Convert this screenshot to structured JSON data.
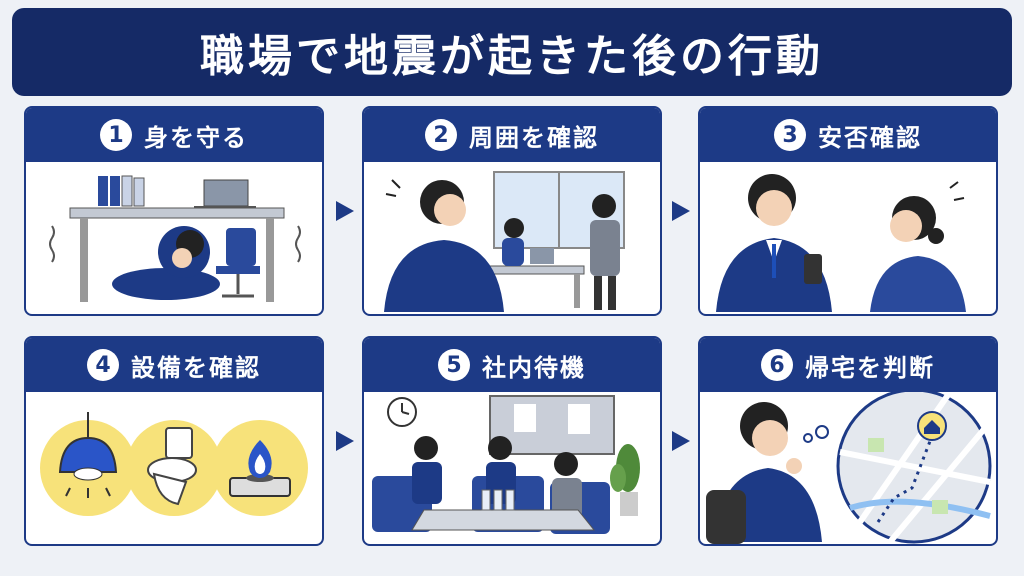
{
  "title": "職場で地震が起きた後の行動",
  "steps": [
    {
      "number": "1",
      "label": "身を守る"
    },
    {
      "number": "2",
      "label": "周囲を確認"
    },
    {
      "number": "3",
      "label": "安否確認"
    },
    {
      "number": "4",
      "label": "設備を確認"
    },
    {
      "number": "5",
      "label": "社内待機"
    },
    {
      "number": "6",
      "label": "帰宅を判断"
    }
  ],
  "colors": {
    "navy": "#152a66",
    "header_blue": "#1d3a86",
    "accent_yellow": "#f7e27a",
    "background": "#eef1f6"
  },
  "icons": [
    "desk-icon",
    "laptop-icon",
    "binder-icon",
    "office-chair-icon",
    "window-icon",
    "smartphone-icon",
    "lamp-icon",
    "toilet-icon",
    "gas-stove-icon",
    "clock-icon",
    "bulletin-board-icon",
    "sofa-icon",
    "water-bottle-icon",
    "plant-icon",
    "backpack-icon",
    "map-icon",
    "home-pin-icon"
  ]
}
